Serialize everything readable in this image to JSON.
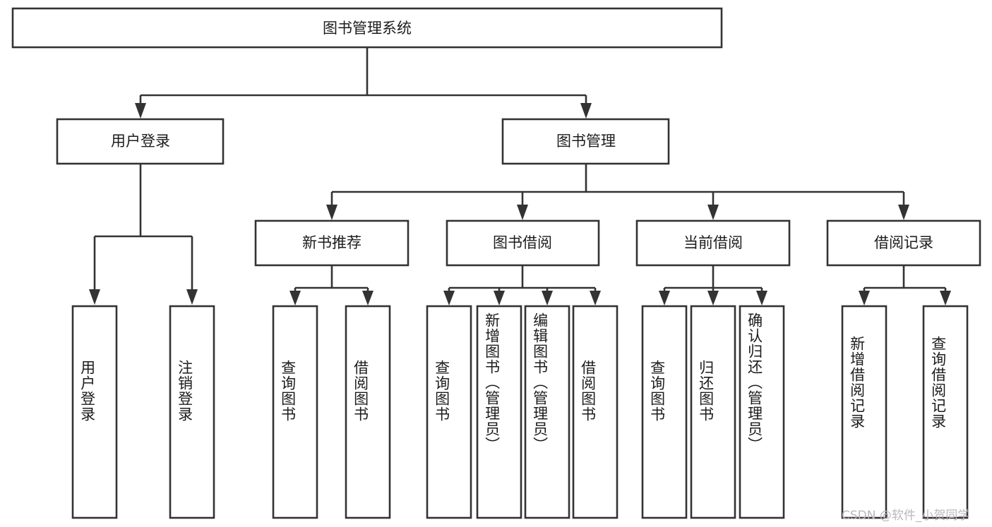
{
  "diagram": {
    "title": "图书管理系统",
    "type": "tree-hierarchy-chart",
    "root": {
      "label": "图书管理系统"
    },
    "level2": [
      {
        "label": "用户登录"
      },
      {
        "label": "图书管理"
      }
    ],
    "level3": [
      {
        "label": "新书推荐"
      },
      {
        "label": "图书借阅"
      },
      {
        "label": "当前借阅"
      },
      {
        "label": "借阅记录"
      }
    ],
    "leaves": [
      {
        "label": "用户登录",
        "parent": "用户登录"
      },
      {
        "label": "注销登录",
        "parent": "用户登录"
      },
      {
        "label": "查询图书",
        "parent": "新书推荐"
      },
      {
        "label": "借阅图书",
        "parent": "新书推荐"
      },
      {
        "label": "查询图书",
        "parent": "图书借阅"
      },
      {
        "label": "新增图书（管理员）",
        "parent": "图书借阅"
      },
      {
        "label": "编辑图书（管理员）",
        "parent": "图书借阅"
      },
      {
        "label": "借阅图书",
        "parent": "图书借阅"
      },
      {
        "label": "查询图书",
        "parent": "当前借阅"
      },
      {
        "label": "归还图书",
        "parent": "当前借阅"
      },
      {
        "label": "确认归还（管理员）",
        "parent": "当前借阅"
      },
      {
        "label": "新增借阅记录",
        "parent": "借阅记录"
      },
      {
        "label": "查询借阅记录",
        "parent": "借阅记录"
      }
    ]
  },
  "watermark": {
    "text": "CSDN @软件_小贺同学"
  },
  "colors": {
    "stroke": "#333333",
    "box_fill": "#ffffff",
    "text": "#1c1c1c",
    "watermark": "#b9b9b9",
    "background": "#ffffff"
  }
}
